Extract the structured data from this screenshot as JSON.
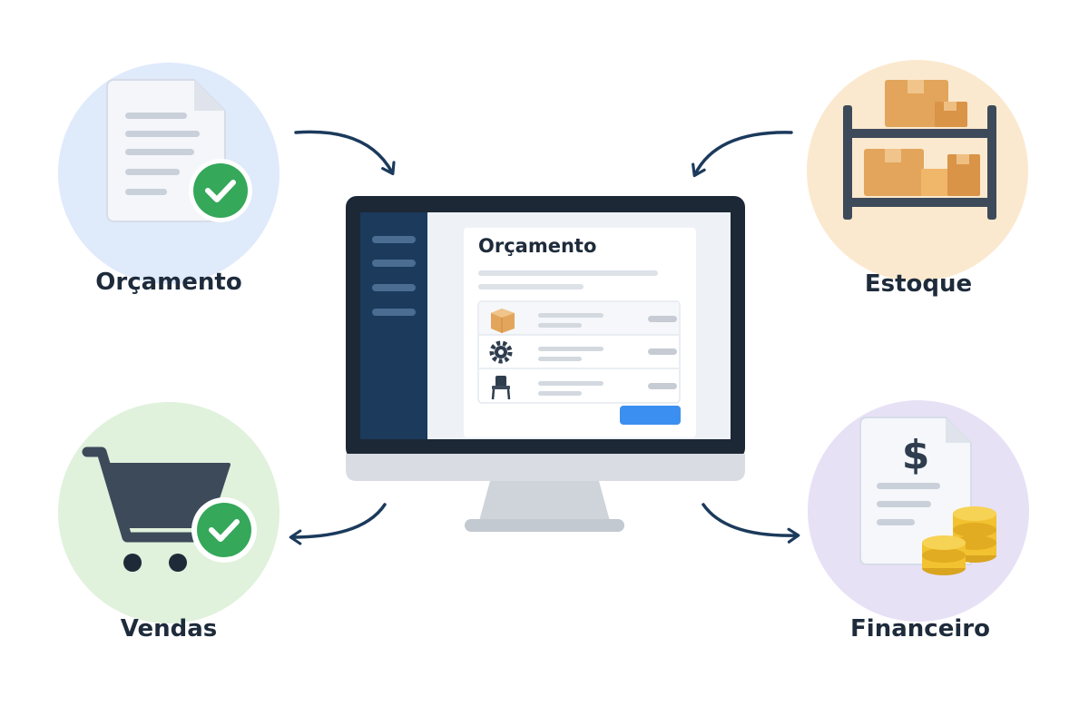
{
  "nodes": {
    "orcamento": "Orçamento",
    "estoque": "Estoque",
    "vendas": "Vendas",
    "financeiro": "Financeiro"
  },
  "screen": {
    "title": "Orçamento",
    "items": [
      "box-icon",
      "gear-icon",
      "chair-icon"
    ]
  },
  "icons": {
    "dollar": "$"
  },
  "colors": {
    "navy": "#1b3a5c",
    "green_check": "#35a85a",
    "blue_button": "#3b8ff0",
    "box": "#e2a55b",
    "coin": "#f2c230"
  }
}
